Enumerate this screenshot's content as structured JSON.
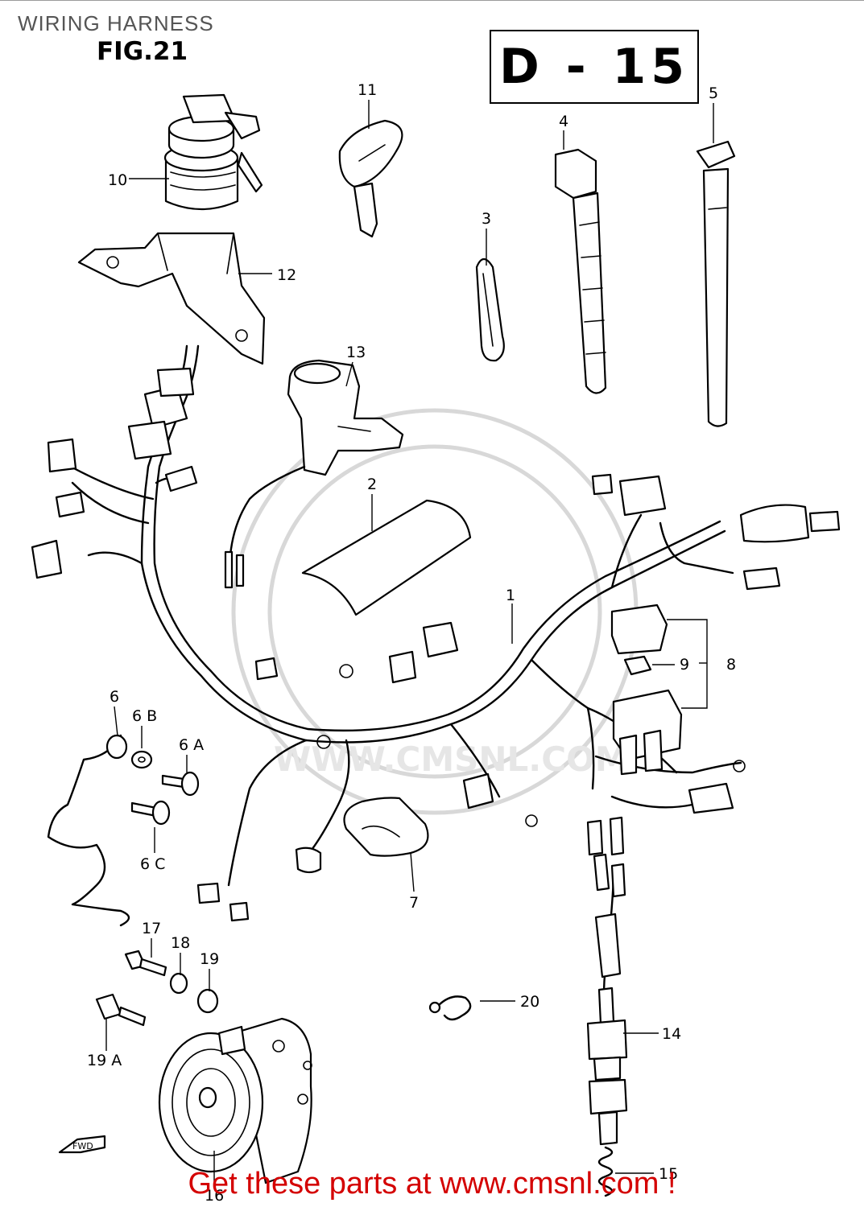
{
  "header": {
    "title": "WIRING HARNESS",
    "figure": "FIG.21",
    "page_code": "D - 15"
  },
  "watermark": {
    "text": "WWW.CMSNL.COM"
  },
  "callouts": [
    {
      "id": "c1",
      "text": "1"
    },
    {
      "id": "c2",
      "text": "2"
    },
    {
      "id": "c3",
      "text": "3"
    },
    {
      "id": "c4",
      "text": "4"
    },
    {
      "id": "c5",
      "text": "5"
    },
    {
      "id": "c6",
      "text": "6"
    },
    {
      "id": "c6a",
      "text": "6 A"
    },
    {
      "id": "c6b",
      "text": "6 B"
    },
    {
      "id": "c6c",
      "text": "6 C"
    },
    {
      "id": "c7",
      "text": "7"
    },
    {
      "id": "c8",
      "text": "8"
    },
    {
      "id": "c9",
      "text": "9"
    },
    {
      "id": "c10",
      "text": "10"
    },
    {
      "id": "c11",
      "text": "11"
    },
    {
      "id": "c12",
      "text": "12"
    },
    {
      "id": "c13",
      "text": "13"
    },
    {
      "id": "c14",
      "text": "14"
    },
    {
      "id": "c15",
      "text": "15"
    },
    {
      "id": "c16",
      "text": "16"
    },
    {
      "id": "c17",
      "text": "17"
    },
    {
      "id": "c18",
      "text": "18"
    },
    {
      "id": "c19",
      "text": "19"
    },
    {
      "id": "c19a",
      "text": "19 A"
    },
    {
      "id": "c20",
      "text": "20"
    }
  ],
  "fwd_marker": "FWD",
  "footer": {
    "text": "Get these parts at www.cmsnl.com !"
  }
}
